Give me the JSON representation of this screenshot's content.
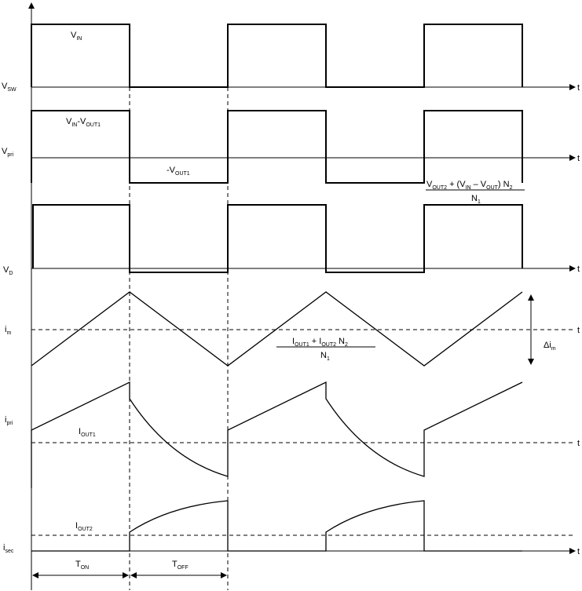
{
  "axis_end_label": "t",
  "rows": {
    "vsw": {
      "main": "V",
      "sub": "SW"
    },
    "vpri": {
      "main": "V",
      "sub": "pri"
    },
    "vd": {
      "main": "V",
      "sub": "D"
    },
    "im": {
      "main": "i",
      "sub": "m"
    },
    "ipri": {
      "main": "i",
      "sub": "pri"
    },
    "isec": {
      "main": "i",
      "sub": "sec"
    }
  },
  "annotations": {
    "vin": {
      "main": "V",
      "sub": "IN"
    },
    "vin_minus_vout1": {
      "a": "V",
      "a_sub": "IN",
      "op": "-V",
      "b_sub": "OUT1"
    },
    "neg_vout1": {
      "main": "-V",
      "sub": "OUT1"
    },
    "vd_formula": {
      "p1": "V",
      "p1_sub": "OUT2",
      "p2": " + (V",
      "p2_sub": "IN",
      "p3": " – V",
      "p3_sub": "OUT",
      "p4": ") N",
      "p4_sub": "2",
      "den": "N",
      "den_sub": "1"
    },
    "im_formula": {
      "p1": "I",
      "p1_sub": "OUT1",
      "p2": " + I",
      "p2_sub": "OUT2",
      "p3": " N",
      "p3_sub": "2",
      "den": "N",
      "den_sub": "1"
    },
    "delta_im": {
      "main": "Δi",
      "sub": "m"
    },
    "iout1": {
      "main": "I",
      "sub": "OUT1"
    },
    "iout2": {
      "main": "I",
      "sub": "OUT2"
    },
    "ton": {
      "main": "T",
      "sub": "ON"
    },
    "toff": {
      "main": "T",
      "sub": "OFF"
    }
  }
}
